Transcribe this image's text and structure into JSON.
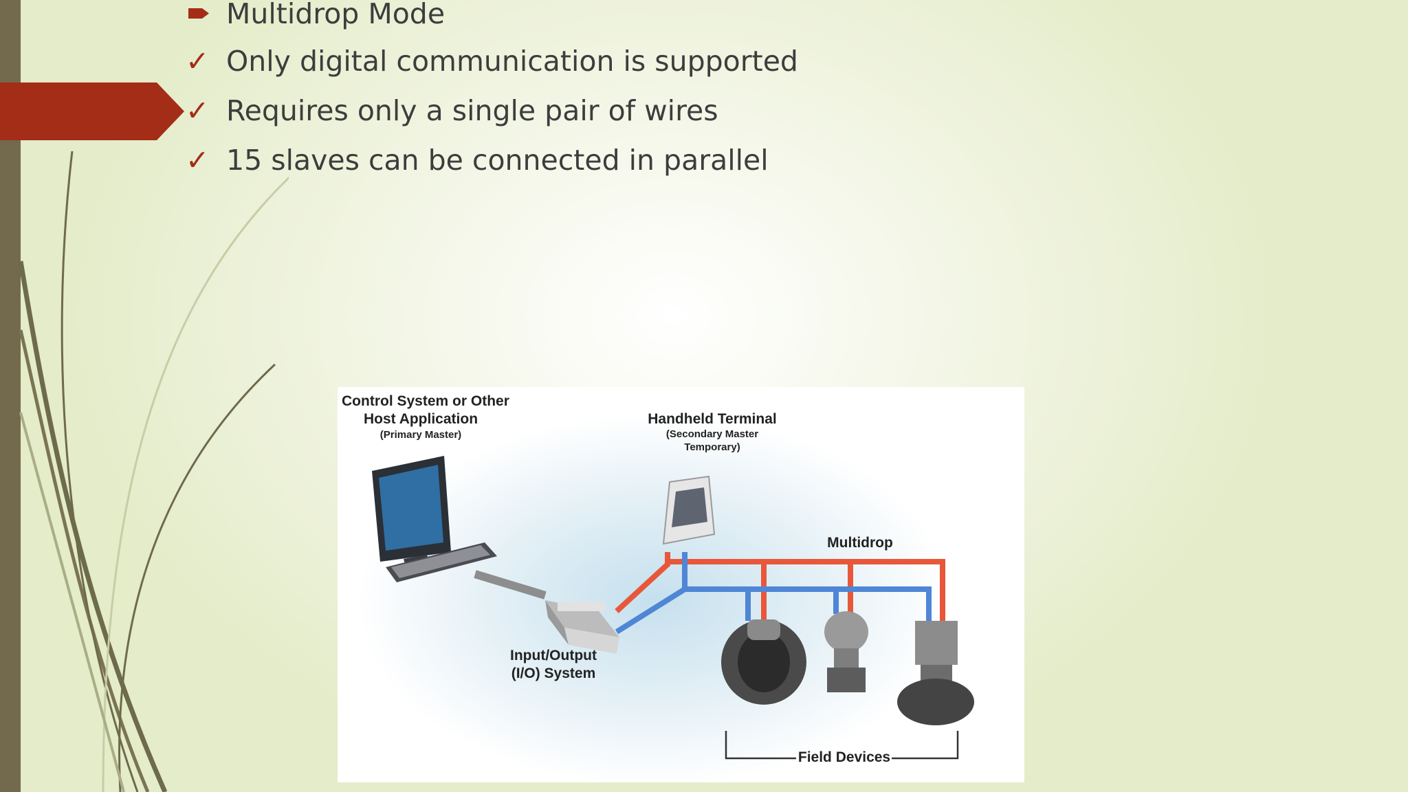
{
  "bullets": [
    {
      "marker": "arrow",
      "text": "Multidrop Mode"
    },
    {
      "marker": "check",
      "text": "Only digital communication is supported"
    },
    {
      "marker": "check",
      "text": "Requires only a single pair of wires"
    },
    {
      "marker": "check",
      "text": "15 slaves can be connected in parallel"
    }
  ],
  "check_glyph": "✓",
  "colors": {
    "accent": "#a32d16",
    "text": "#3d3d3d",
    "bar": "#736a4e",
    "wire_red": "#e8573a",
    "wire_blue": "#4f86d6"
  },
  "figure": {
    "control_system": {
      "line1": "Control System or Other",
      "line2": "Host Application",
      "sub": "(Primary Master)"
    },
    "handheld": {
      "title": "Handheld Terminal",
      "sub1": "(Secondary Master",
      "sub2": "Temporary)"
    },
    "multidrop": "Multidrop",
    "io": {
      "line1": "Input/Output",
      "line2": "(I/O) System"
    },
    "field_devices": "Field Devices"
  }
}
